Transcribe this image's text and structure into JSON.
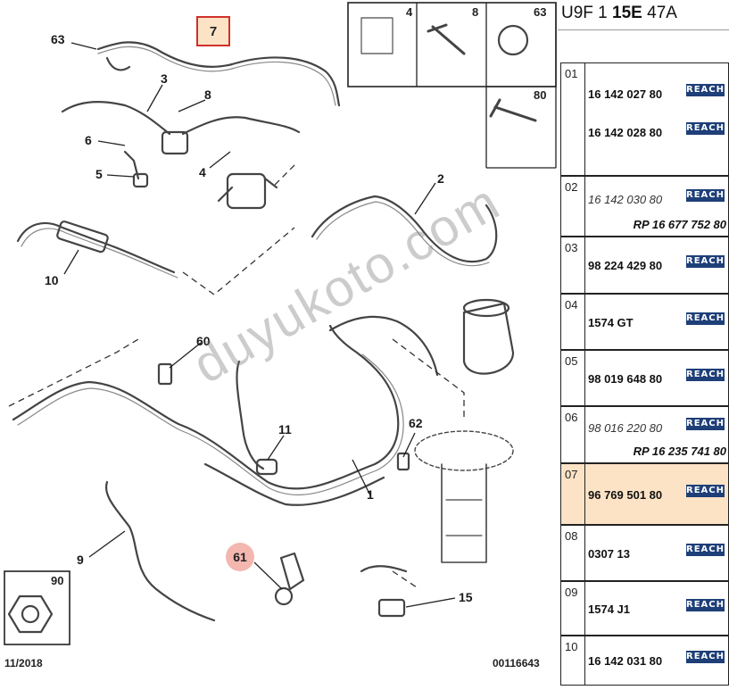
{
  "header": {
    "prefix": "U9F 1 ",
    "bold": "15E",
    "suffix": " 47A"
  },
  "diagram": {
    "callout_box_label": "7",
    "callout_circle_label": "61",
    "labels": [
      "63",
      "3",
      "8",
      "6",
      "5",
      "4",
      "2",
      "10",
      "60",
      "11",
      "62",
      "1",
      "9",
      "15"
    ],
    "box_labels": [
      "4",
      "8",
      "63",
      "80",
      "90"
    ],
    "watermark": "duyukoto.com",
    "footer_left": "11/2018",
    "footer_right": "00116643"
  },
  "badge_text": "REACH",
  "colors": {
    "reach_bg": "#1e3f78",
    "highlight_bg": "#fde3c6",
    "callout_border": "#d0302a",
    "callout_circle": "#f3b7b0"
  },
  "rows": [
    {
      "num": "01",
      "parts": [
        "16 142 027 80",
        "16 142 028 80"
      ]
    },
    {
      "num": "02",
      "parts": [
        "16 142 030 80"
      ],
      "italic": true,
      "rp": "RP 16 677 752 80"
    },
    {
      "num": "03",
      "parts": [
        "98 224 429 80"
      ]
    },
    {
      "num": "04",
      "parts": [
        "1574 GT"
      ]
    },
    {
      "num": "05",
      "parts": [
        "98 019 648 80"
      ]
    },
    {
      "num": "06",
      "parts": [
        "98 016 220 80"
      ],
      "italic": true,
      "rp": "RP 16 235 741 80"
    },
    {
      "num": "07",
      "parts": [
        "96 769 501 80"
      ],
      "selected": true
    },
    {
      "num": "08",
      "parts": [
        "0307 13"
      ]
    },
    {
      "num": "09",
      "parts": [
        "1574 J1"
      ]
    },
    {
      "num": "10",
      "parts": [
        "16 142 031 80"
      ]
    }
  ]
}
